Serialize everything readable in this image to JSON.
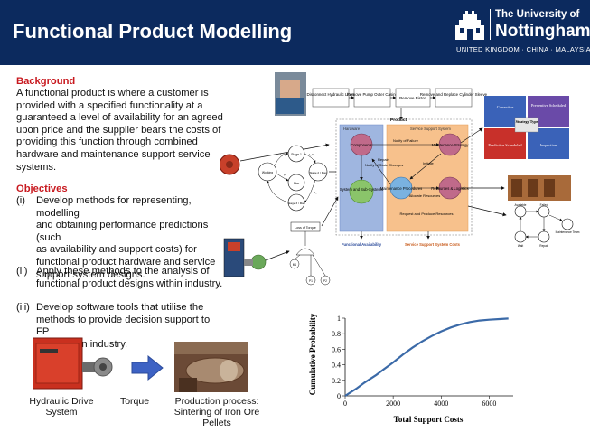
{
  "header": {
    "title": "Functional Product Modelling",
    "logo_line1": "The University of",
    "logo_line2": "Nottingham",
    "logo_locations": "UNITED KINGDOM · CHINA · MALAYSIA"
  },
  "background": {
    "heading": "Background",
    "lines": [
      "A functional product is where a customer is",
      "provided with a specified functionality at a",
      "guaranteed a level of availability for an agreed",
      "upon price and the supplier bears the costs of",
      "providing this function through combined",
      "hardware and maintenance support service",
      "systems."
    ]
  },
  "objectives": {
    "heading": "Objectives",
    "items": [
      {
        "num": "(i)",
        "lines": [
          "Develop methods for representing, modelling",
          "and obtaining performance predictions (such",
          "as availability and support costs) for",
          "functional product hardware and service",
          "support system designs."
        ]
      },
      {
        "num": "(ii)",
        "lines": [
          "Apply these methods to the analysis of",
          "functional product designs within industry."
        ]
      },
      {
        "num": "(iii)",
        "lines": [
          "Develop software tools that utilise the",
          "methods to provide decision support to FP",
          "suppliers in industry."
        ]
      }
    ]
  },
  "process": {
    "cap1_lines": [
      "Hydraulic Drive",
      "System"
    ],
    "cap2": "Torque",
    "cap3_lines": [
      "Production process:",
      "Sintering of Iron Ore",
      "Pellets"
    ]
  },
  "diagram": {
    "steps": [
      "Disconnect Hydraulic Lines",
      "Remove Pump Outer Casing",
      "Remove Piston",
      "Remove and Replace Cylinder Sleeve"
    ],
    "product_label": "Product",
    "hardware_label": "Hardware",
    "service_label": "Service Support System",
    "components": "Components",
    "system": "System and Sub-Systems",
    "maint_procs": "Maintenance Procedures",
    "maint_strategy": "Maintenance Strategy",
    "resources": "Resources & Logistics",
    "notify_failure": "Notify of Failure",
    "notify_state": "Notify of State Changes",
    "repair": "Repair",
    "initiate": "Initiate",
    "allocate": "Allocate Resources",
    "request": "Request and Produce Resources",
    "functional_availability": "Functional Availability",
    "support_costs": "Service Support System Costs",
    "strategy_type": "Strategy Type",
    "corrective": "Corrective",
    "preventive": "Preventive Scheduled",
    "predictive": "Predictive Scheduled",
    "inspection": "Inspection",
    "ft_top": "Loss of Torque",
    "ft_m1": "M1",
    "ft_p1": "P1",
    "ft_p2": "P2",
    "sm_working": "Working",
    "sm_stage1": "Stage 1",
    "sm_stage2": "Stage 2 / Max",
    "sm_stage3": "Stage 3 / Max",
    "sm_max": "Max",
    "sm_e1": "λ₁/λ₂",
    "sm_e2": "λ₂/λ₃",
    "sm_e3": "μ₁",
    "sm_e4": "λ₂",
    "pn_1": "Available",
    "pn_2": "Failed",
    "pn_3": "Repair",
    "pn_4": "Wait",
    "pn_5": "Maintenance Team"
  },
  "chart_data": {
    "type": "line",
    "xlabel": "Total Support Costs",
    "ylabel": "Cumulative Probability",
    "xlim": [
      0,
      7000
    ],
    "ylim": [
      0,
      1
    ],
    "xticks": [
      0,
      2000,
      4000,
      6000
    ],
    "yticks": [
      0,
      0.2,
      0.4,
      0.6,
      0.8,
      1
    ],
    "series": [
      {
        "x": [
          0,
          200,
          500,
          800,
          1000,
          1300,
          1600,
          2000,
          2400,
          2800,
          3200,
          3600,
          4000,
          4400,
          4800,
          5200,
          5600,
          6000,
          6500,
          6800
        ],
        "y": [
          0,
          0.04,
          0.1,
          0.17,
          0.21,
          0.27,
          0.34,
          0.43,
          0.53,
          0.62,
          0.7,
          0.77,
          0.83,
          0.88,
          0.92,
          0.95,
          0.97,
          0.98,
          0.99,
          0.995
        ]
      }
    ],
    "color": "#3b6aa8"
  },
  "colors": {
    "header": "#0c2a5e",
    "accent": "#c8191f",
    "arrow": "#3d62c4"
  }
}
